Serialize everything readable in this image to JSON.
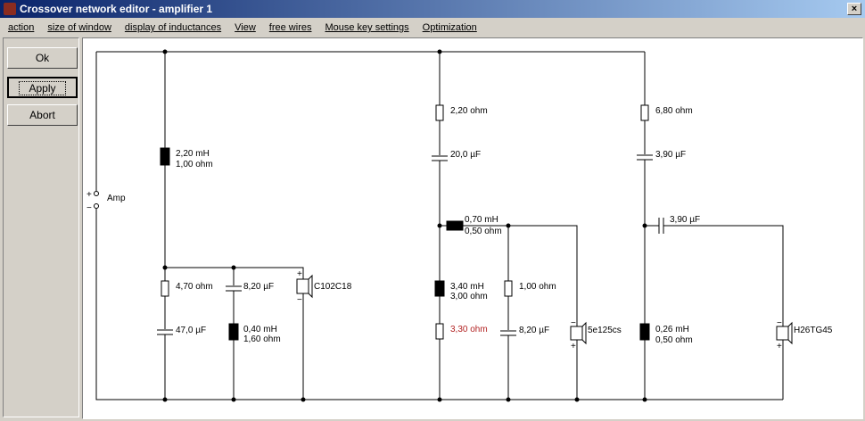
{
  "window": {
    "title": "Crossover network editor - amplifier 1",
    "close": "×"
  },
  "menu": [
    "action",
    "size of window",
    "display of inductances",
    "View",
    "free wires",
    "Mouse key settings",
    "Optimization"
  ],
  "buttons": {
    "ok": "Ok",
    "apply": "Apply",
    "abort": "Abort"
  },
  "schematic": {
    "amp": {
      "label": "Amp",
      "plus": "+",
      "minus": "−"
    },
    "L1": {
      "value": "2,20 mH",
      "res": "1,00 ohm"
    },
    "R1": "4,70 ohm",
    "C1": "47,0 µF",
    "C2": "8,20 µF",
    "L2": {
      "value": "0,40 mH",
      "res": "1,60 ohm"
    },
    "spk1": "C102C18",
    "R2": "2,20 ohm",
    "C3": "20,0 µF",
    "L3": {
      "value": "0,70 mH",
      "res": "0,50 ohm"
    },
    "L4": {
      "value": "3,40 mH",
      "res": "3,00 ohm"
    },
    "R3": {
      "value": "3,30 ohm",
      "color": "#b22222"
    },
    "R4": "1,00 ohm",
    "C4": "8,20 µF",
    "spk2": "5e125cs",
    "R5": "6,80 ohm",
    "C5": "3,90 µF",
    "C6": "3,90 µF",
    "L5": {
      "value": "0,26 mH",
      "res": "0,50 ohm"
    },
    "spk3": "H26TG45",
    "polarity": {
      "plus": "+",
      "minus": "−"
    }
  }
}
